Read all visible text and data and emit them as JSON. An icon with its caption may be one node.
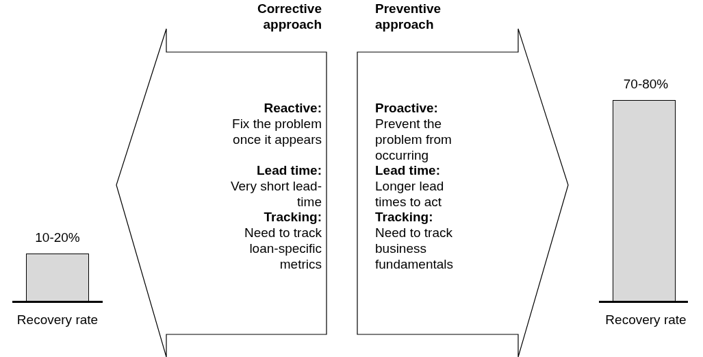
{
  "diagram": {
    "nodes": [
      {
        "text": [
          "10-20%"
        ],
        "beside": [
          "Recovery rate"
        ]
      },
      {
        "text": [
          "Corrective approach",
          "Reactive:",
          "Fix the problem once it appears",
          "Lead time:",
          "Very short lead-time",
          "Tracking:",
          "Need to track loan-specific metrics"
        ]
      },
      {
        "text": [
          "Preventive approach",
          "Proactive:",
          "Prevent the problem from occurring",
          "Lead time:",
          "Longer lead times to act",
          "Tracking:",
          "Need to track business fundamentals"
        ]
      },
      {
        "text": [
          "70-80%"
        ],
        "beside": [
          "Recovery rate"
        ]
      }
    ],
    "edges": []
  }
}
